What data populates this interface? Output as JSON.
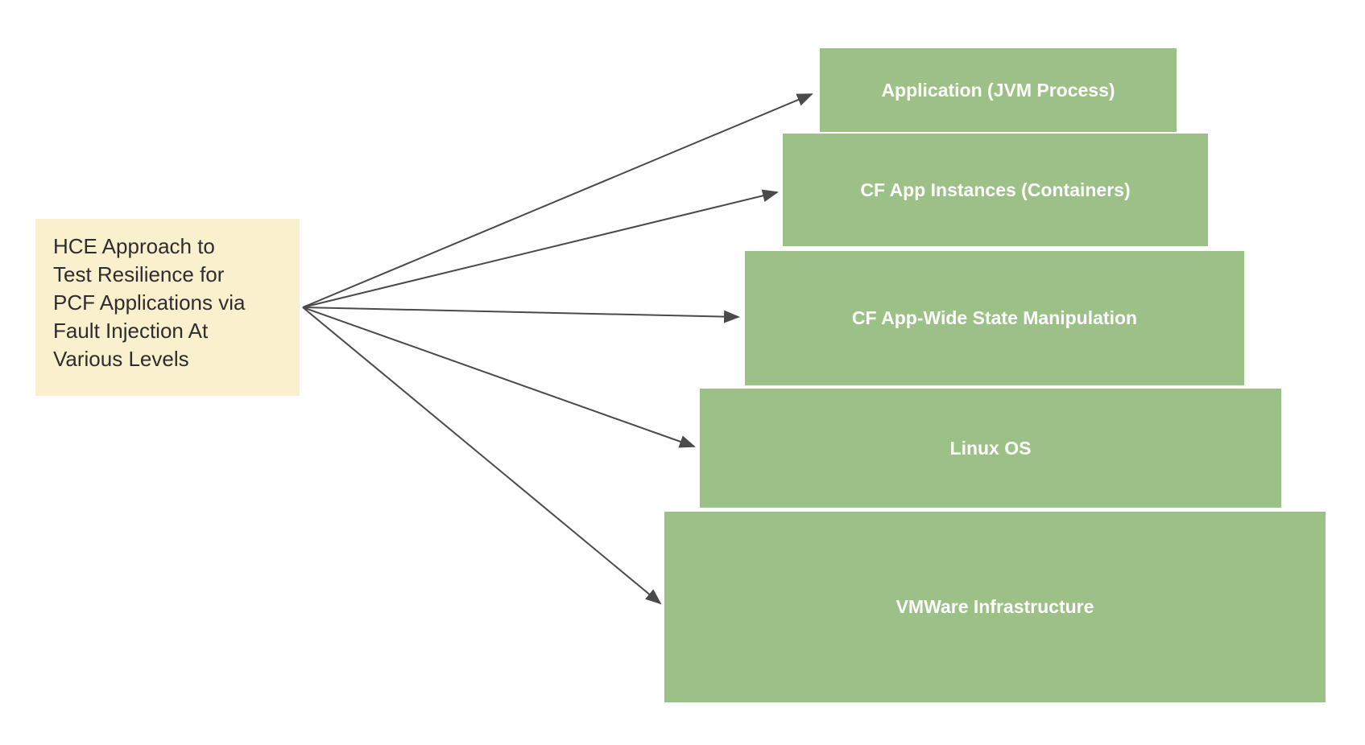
{
  "colors": {
    "background": "#ffffff",
    "note_fill": "#faf0ce",
    "note_text": "#2d2d2d",
    "level_fill": "#9cc186",
    "level_text": "#ffffff",
    "arrow": "#4a4a4a"
  },
  "note": {
    "text": "HCE Approach to Test Resilience for PCF Applications via Fault Injection At Various Levels",
    "lines": [
      "HCE Approach to",
      "Test Resilience for",
      "PCF Applications via",
      "Fault Injection At",
      "Various Levels"
    ]
  },
  "levels": [
    {
      "label": "Application (JVM Process)"
    },
    {
      "label": "CF App Instances (Containers)"
    },
    {
      "label": "CF App-Wide State Manipulation"
    },
    {
      "label": "Linux OS"
    },
    {
      "label": "VMWare Infrastructure"
    }
  ]
}
